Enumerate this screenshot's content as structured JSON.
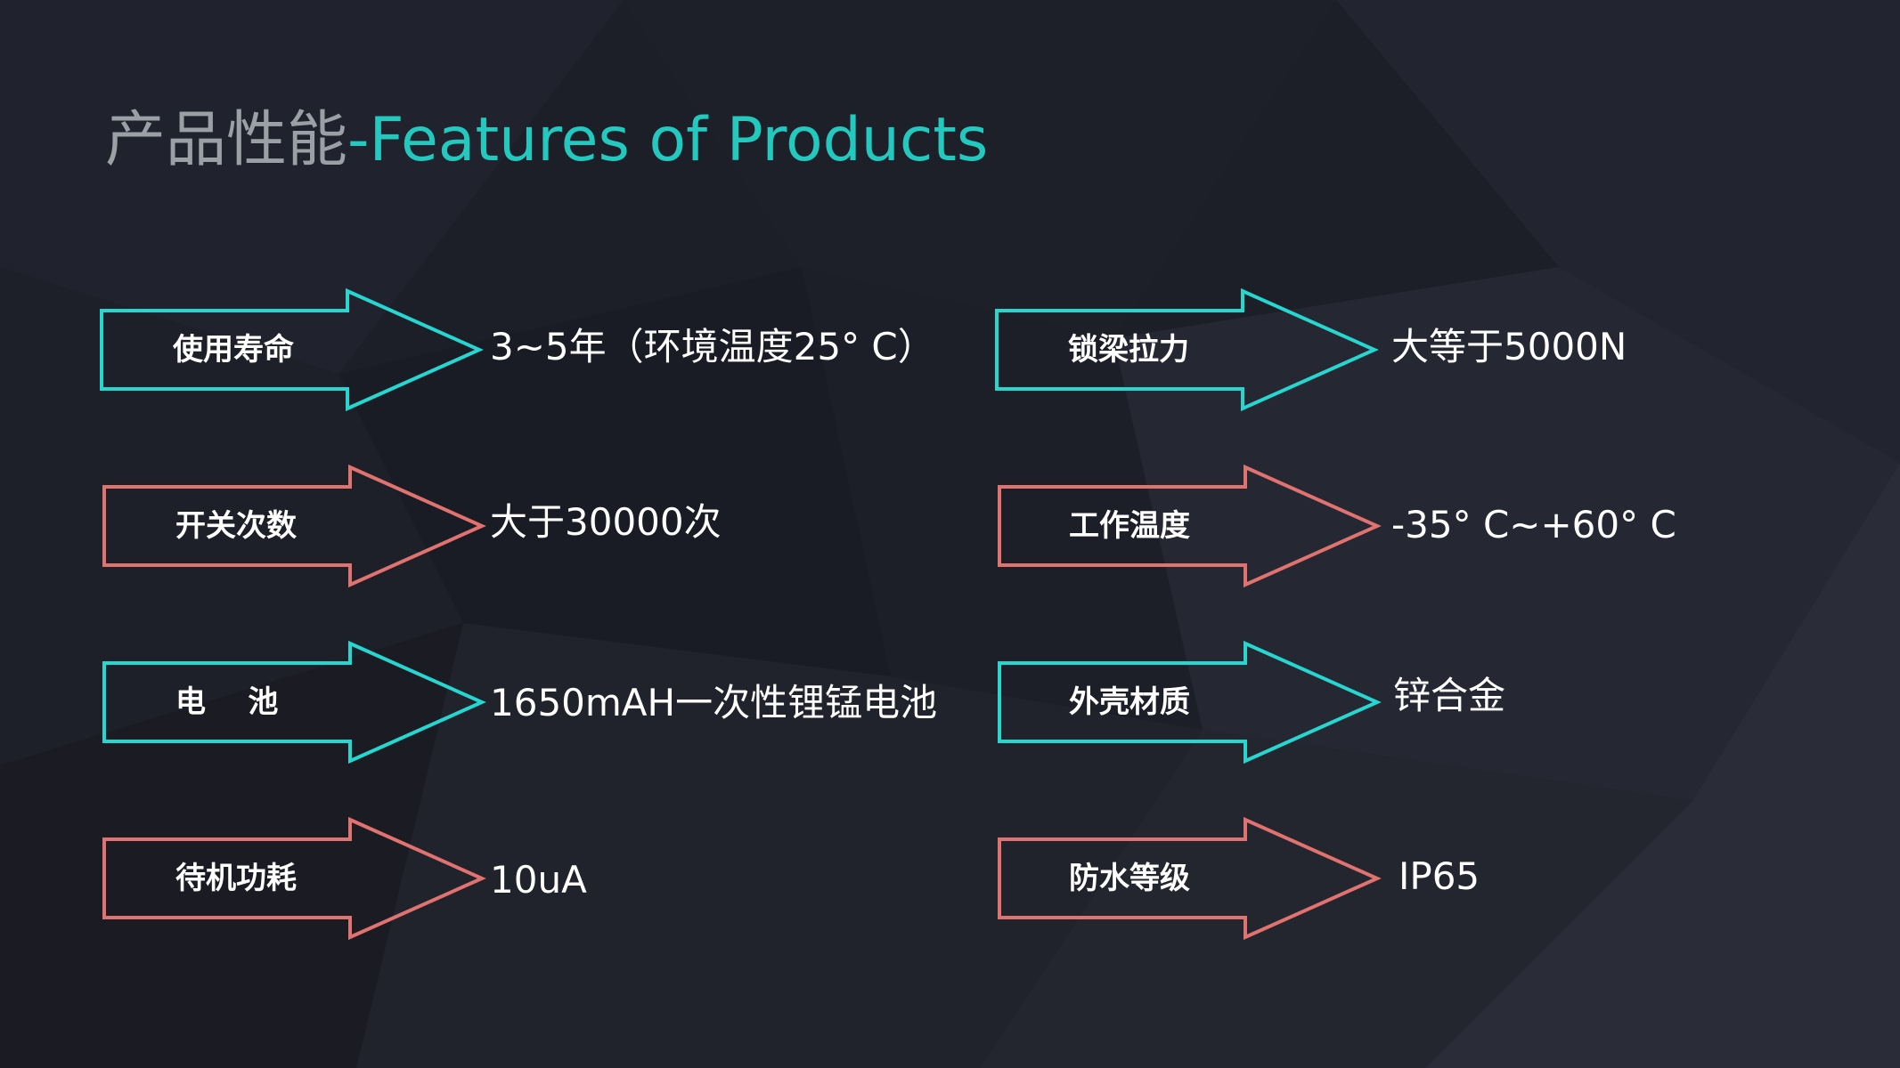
{
  "title": {
    "cn": "产品性能",
    "en": "-Features  of  Products"
  },
  "colors": {
    "teal": "#27d6cf",
    "coral": "#e0736f",
    "background": "#1c1e28"
  },
  "features": [
    {
      "label": "使用寿命",
      "value": "3~5年（环境温度25° C）",
      "color": "teal"
    },
    {
      "label": "开关次数",
      "value": "大于30000次",
      "color": "coral"
    },
    {
      "label": "电    池",
      "value": "1650mAH一次性锂锰电池",
      "color": "teal"
    },
    {
      "label": "待机功耗",
      "value": "10uA",
      "color": "coral"
    },
    {
      "label": "锁梁拉力",
      "value": "大等于5000N",
      "color": "teal"
    },
    {
      "label": "工作温度",
      "value": "-35° C~+60° C",
      "color": "coral"
    },
    {
      "label": "外壳材质",
      "value": "锌合金",
      "color": "teal"
    },
    {
      "label": "防水等级",
      "value": "IP65",
      "color": "coral"
    }
  ]
}
